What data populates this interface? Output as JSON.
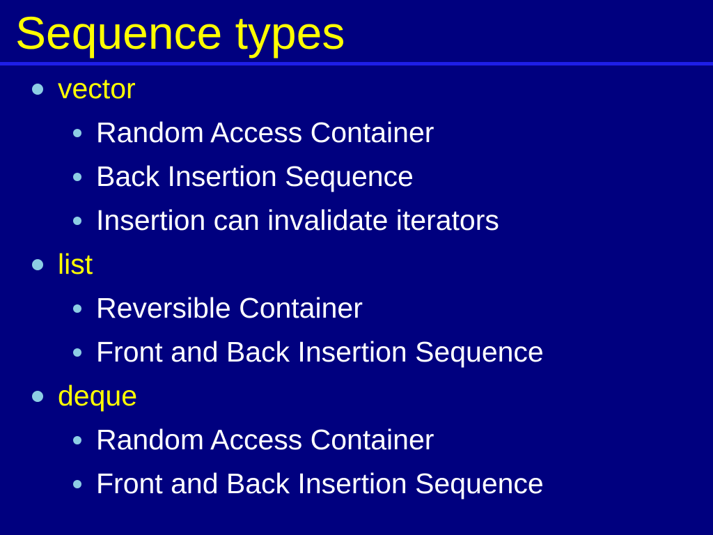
{
  "slide": {
    "title": "Sequence types",
    "colors": {
      "background": "#00007F",
      "title_text": "#FFFF00",
      "rule": "#1E1EE6",
      "level1_text": "#FFFF00",
      "level2_text": "#FFFFFF",
      "bullet": "#8CCDE4"
    },
    "outline": [
      {
        "label": "vector",
        "children": [
          {
            "label": "Random Access Container"
          },
          {
            "label": "Back Insertion Sequence"
          },
          {
            "label": "Insertion can invalidate iterators"
          }
        ]
      },
      {
        "label": "list",
        "children": [
          {
            "label": "Reversible Container"
          },
          {
            "label": "Front and Back Insertion Sequence"
          }
        ]
      },
      {
        "label": "deque",
        "children": [
          {
            "label": "Random Access Container"
          },
          {
            "label": "Front and Back Insertion Sequence"
          }
        ]
      }
    ]
  }
}
